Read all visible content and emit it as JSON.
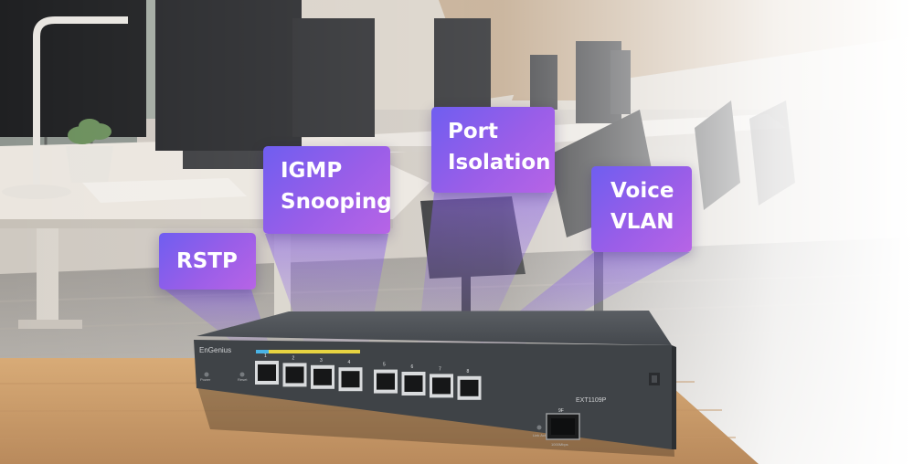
{
  "features": [
    {
      "lines": [
        "RSTP"
      ]
    },
    {
      "lines": [
        "IGMP",
        "Snooping"
      ]
    },
    {
      "lines": [
        "Port",
        "Isolation"
      ]
    },
    {
      "lines": [
        "Voice",
        "VLAN"
      ]
    }
  ],
  "device": {
    "brand": "EnGenius",
    "model": "EXT1109P",
    "power_label": "Power",
    "reset_label": "Reset",
    "port_numbers": [
      "1",
      "2",
      "3",
      "4",
      "5",
      "6",
      "7",
      "8"
    ],
    "sfp_label": "9F",
    "sfp_speed": "1000Mbps",
    "link_label": "Link Act"
  },
  "colors": {
    "label_gradient_start": "#6f5ef0",
    "label_gradient_end": "#b764e6",
    "switch_body": "#3b3f44",
    "desk": "#c79a6a"
  }
}
